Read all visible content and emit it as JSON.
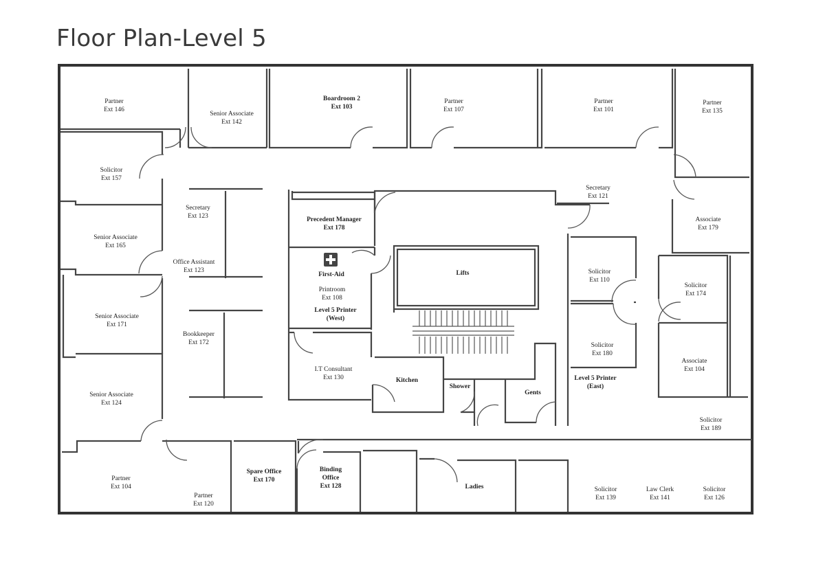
{
  "title": "Floor Plan-Level 5",
  "rooms": [
    {
      "id": "partner-146",
      "lines": [
        "Partner",
        "Ext 146"
      ]
    },
    {
      "id": "senior-associate-142",
      "lines": [
        "Senior Associate",
        "Ext 142"
      ]
    },
    {
      "id": "boardroom-2",
      "lines": [
        "Boardroom 2",
        "Ext 103"
      ],
      "bold": true
    },
    {
      "id": "partner-107",
      "lines": [
        "Partner",
        "Ext 107"
      ]
    },
    {
      "id": "partner-101",
      "lines": [
        "Partner",
        "Ext 101"
      ]
    },
    {
      "id": "partner-135",
      "lines": [
        "Partner",
        "Ext 135"
      ]
    },
    {
      "id": "solicitor-157",
      "lines": [
        "Solicitor",
        "Ext 157"
      ]
    },
    {
      "id": "secretary-121",
      "lines": [
        "Secretary",
        "Ext 121"
      ]
    },
    {
      "id": "secretary-123",
      "lines": [
        "Secretary",
        "Ext 123"
      ]
    },
    {
      "id": "precedent-manager",
      "lines": [
        "Precedent Manager",
        "Ext 178"
      ],
      "bold": true
    },
    {
      "id": "associate-179",
      "lines": [
        "Associate",
        "Ext 179"
      ]
    },
    {
      "id": "senior-associate-165",
      "lines": [
        "Senior Associate",
        "Ext 165"
      ]
    },
    {
      "id": "office-assistant",
      "lines": [
        "Office Assistant",
        "Ext 123"
      ]
    },
    {
      "id": "first-aid",
      "lines": [
        "First-Aid"
      ],
      "bold": true
    },
    {
      "id": "printroom",
      "lines": [
        "Printroom",
        "Ext 108"
      ]
    },
    {
      "id": "level5-printer-west",
      "lines": [
        "Level 5 Printer",
        "(West)"
      ],
      "bold": true
    },
    {
      "id": "lifts",
      "lines": [
        "Lifts"
      ],
      "bold": true
    },
    {
      "id": "solicitor-110",
      "lines": [
        "Solicitor",
        "Ext 110"
      ]
    },
    {
      "id": "solicitor-174",
      "lines": [
        "Solicitor",
        "Ext 174"
      ]
    },
    {
      "id": "senior-associate-171",
      "lines": [
        "Senior Associate",
        "Ext 171"
      ]
    },
    {
      "id": "bookkeeper",
      "lines": [
        "Bookkeeper",
        "Ext 172"
      ]
    },
    {
      "id": "solicitor-180",
      "lines": [
        "Solicitor",
        "Ext 180"
      ]
    },
    {
      "id": "it-consultant",
      "lines": [
        "I.T Consultant",
        "Ext 130"
      ]
    },
    {
      "id": "kitchen",
      "lines": [
        "Kitchen"
      ],
      "bold": true
    },
    {
      "id": "shower",
      "lines": [
        "Shower"
      ],
      "bold": true
    },
    {
      "id": "gents",
      "lines": [
        "Gents"
      ],
      "bold": true
    },
    {
      "id": "level5-printer-east",
      "lines": [
        "Level 5 Printer",
        "(East)"
      ],
      "bold": true
    },
    {
      "id": "associate-104",
      "lines": [
        "Associate",
        "Ext 104"
      ]
    },
    {
      "id": "senior-associate-124",
      "lines": [
        "Senior Associate",
        "Ext 124"
      ]
    },
    {
      "id": "solicitor-189",
      "lines": [
        "Solicitor",
        "Ext 189"
      ]
    },
    {
      "id": "partner-104",
      "lines": [
        "Partner",
        "Ext 104"
      ]
    },
    {
      "id": "spare-office",
      "lines": [
        "Spare Office",
        "Ext 170"
      ],
      "bold": true
    },
    {
      "id": "binding-office",
      "lines": [
        "Binding",
        "Office",
        "Ext 128"
      ],
      "bold": true
    },
    {
      "id": "ladies",
      "lines": [
        "Ladies"
      ],
      "bold": true
    },
    {
      "id": "solicitor-139",
      "lines": [
        "Solicitor",
        "Ext 139"
      ]
    },
    {
      "id": "law-clerk",
      "lines": [
        "Law Clerk",
        "Ext 141"
      ]
    },
    {
      "id": "solicitor-126",
      "lines": [
        "Solicitor",
        "Ext 126"
      ]
    },
    {
      "id": "partner-120",
      "lines": [
        "Partner",
        "Ext 120"
      ]
    }
  ]
}
